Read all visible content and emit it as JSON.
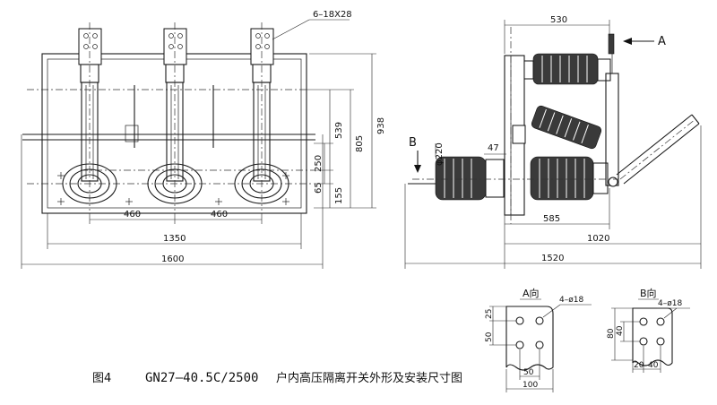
{
  "front_view": {
    "bolt_spec": "6–18X28",
    "dims": {
      "pitch_left": "460",
      "pitch_right": "460",
      "mount_width": "1350",
      "overall_width": "1600",
      "h_539": "539",
      "h_805": "805",
      "h_938": "938",
      "h_250": "250",
      "h_65": "65",
      "h_155": "155"
    }
  },
  "side_view": {
    "arrow_a": "A",
    "arrow_b": "B",
    "dims": {
      "top_530": "530",
      "dia_220": "φ220",
      "d_47": "47",
      "d_585": "585",
      "d_1020": "1020",
      "d_1520": "1520"
    }
  },
  "view_a": {
    "title": "A向",
    "holes": "4–ø18",
    "d_25": "25",
    "d_50_side": "50",
    "d_50_bottom": "50",
    "d_100": "100"
  },
  "view_b": {
    "title": "B向",
    "holes": "4–ø18",
    "d_40": "40",
    "d_80": "80",
    "d_20": "20",
    "d_40_bottom": "40"
  },
  "caption": {
    "figure": "图4",
    "model": "GN27–40.5C/2500",
    "description": "户内高压隔离开关外形及安装尺寸图"
  }
}
